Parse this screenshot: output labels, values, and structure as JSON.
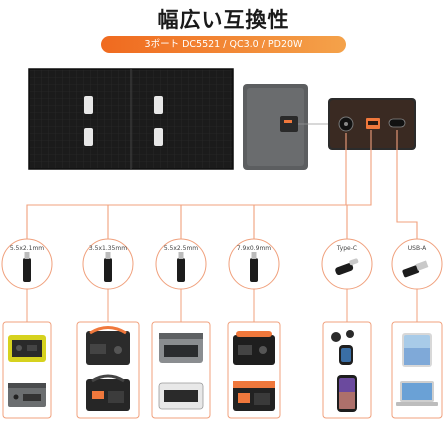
{
  "title": "幅広い互換性",
  "subtitle": "3ポート DC5521 / QC3.0 / PD20W",
  "accent_color": "#f0783c",
  "connectors": [
    {
      "label": "5.5x2.1mm",
      "type": "dc-plug"
    },
    {
      "label": "3.5x1.35mm",
      "type": "dc-plug"
    },
    {
      "label": "5.5x2.5mm",
      "type": "dc-plug"
    },
    {
      "label": "7.9x0.9mm",
      "type": "dc-plug"
    },
    {
      "label": "Type-C",
      "type": "usb-c-plug"
    },
    {
      "label": "USB-A",
      "type": "usb-a-plug"
    }
  ],
  "device_columns": [
    [
      "portable-power-station-yellow",
      "portable-power-station-grey"
    ],
    [
      "power-station-black-orange",
      "power-station-black-compact"
    ],
    [
      "power-station-silver",
      "power-station-white"
    ],
    [
      "power-station-black-handle",
      "power-station-orange-black"
    ],
    [
      "earbuds-smartwatch",
      "smartphone"
    ],
    [
      "tablet",
      "laptop"
    ]
  ]
}
